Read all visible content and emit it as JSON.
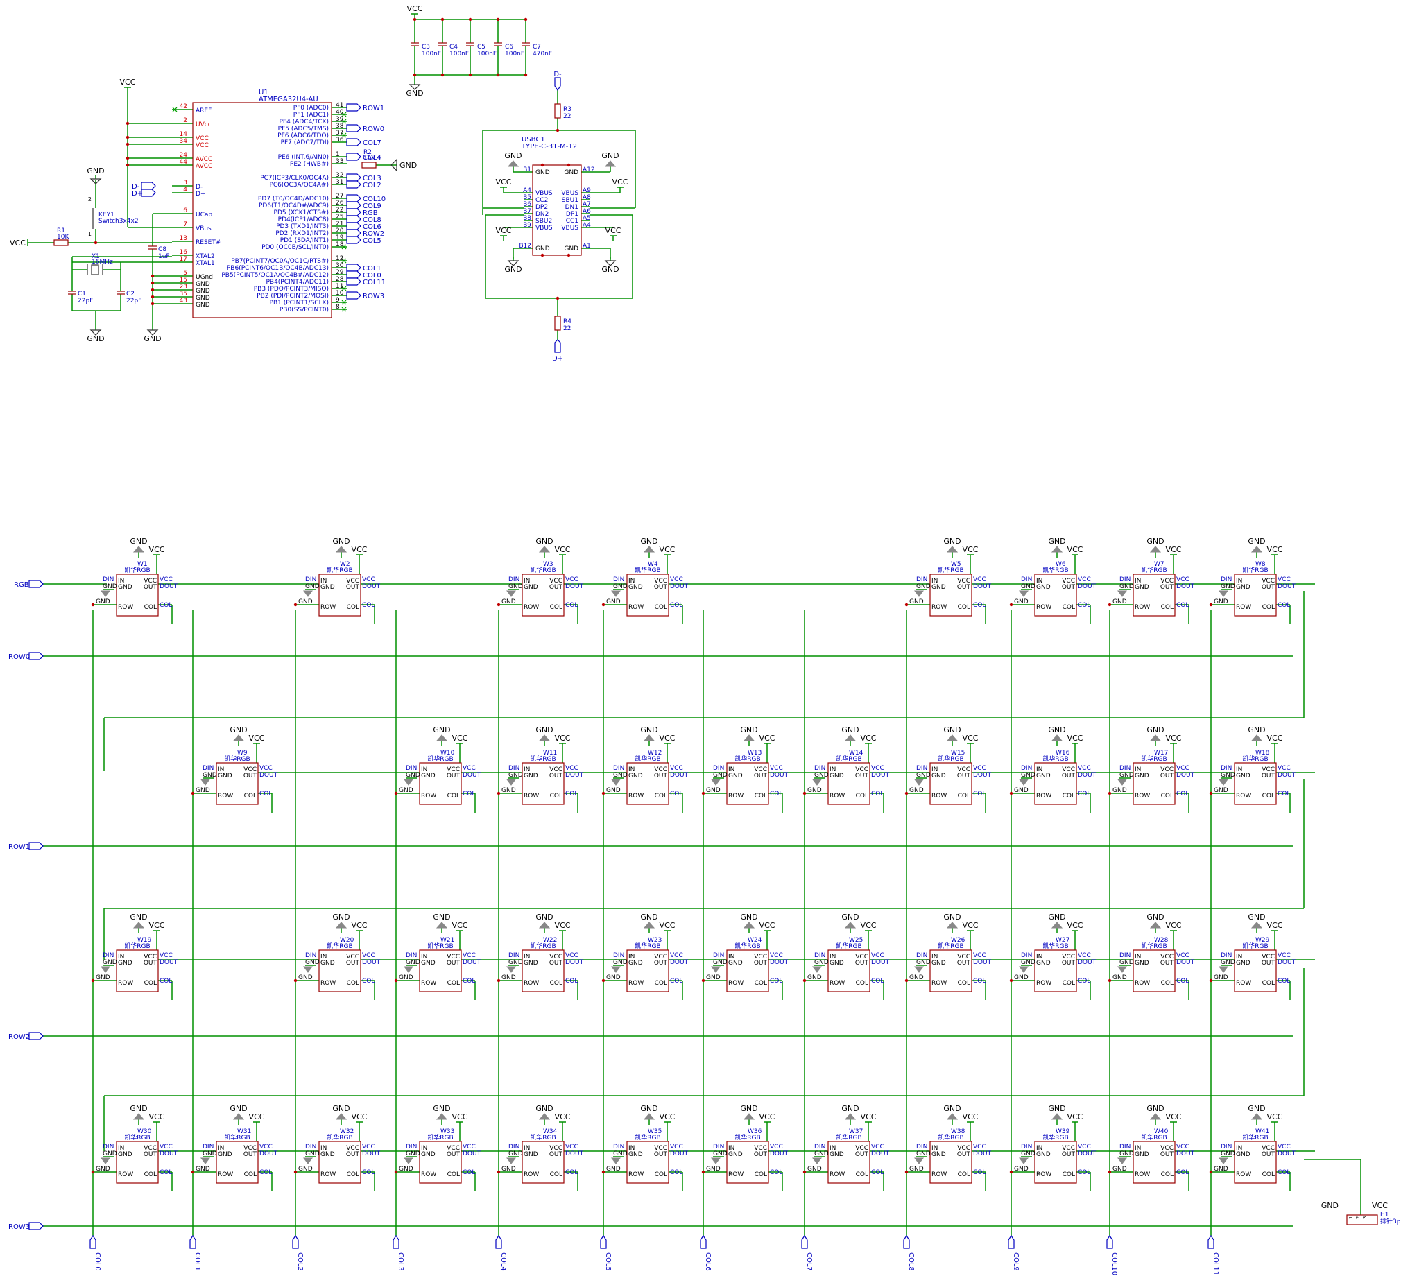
{
  "power": {
    "vcc": "VCC",
    "gnd": "GND"
  },
  "mcu": {
    "ref": "U1",
    "part": "ATMEGA32U4-AU",
    "left_pins": [
      {
        "num": "42",
        "name": "AREF",
        "nc": true
      },
      {
        "num": "2",
        "name": "UVcc",
        "power": true
      },
      {
        "num": "14",
        "name": "VCC",
        "power": true
      },
      {
        "num": "34",
        "name": "VCC",
        "power": true
      },
      {
        "num": "24",
        "name": "AVCC",
        "power": true
      },
      {
        "num": "44",
        "name": "AVCC",
        "power": true
      },
      {
        "num": "3",
        "name": "D-",
        "net": "D-"
      },
      {
        "num": "4",
        "name": "D+",
        "net": "D+"
      },
      {
        "num": "6",
        "name": "UCap"
      },
      {
        "num": "7",
        "name": "VBus"
      },
      {
        "num": "13",
        "name": "RESET#"
      },
      {
        "num": "16",
        "name": "XTAL2"
      },
      {
        "num": "17",
        "name": "XTAL1"
      },
      {
        "num": "5",
        "name": "UGnd"
      },
      {
        "num": "15",
        "name": "GND"
      },
      {
        "num": "23",
        "name": "GND"
      },
      {
        "num": "35",
        "name": "GND"
      },
      {
        "num": "43",
        "name": "GND"
      }
    ],
    "right_pins": [
      {
        "num": "41",
        "name": "PF0 (ADC0)",
        "net": "ROW1"
      },
      {
        "num": "40",
        "name": "PF1 (ADC1)",
        "nc": true
      },
      {
        "num": "39",
        "name": "PF4 (ADC4/TCK)",
        "nc": true
      },
      {
        "num": "38",
        "name": "PF5 (ADC5/TMS)",
        "net": "ROW0"
      },
      {
        "num": "37",
        "name": "PF6 (ADC6/TDO)",
        "nc": true
      },
      {
        "num": "36",
        "name": "PF7 (ADC7/TDI)",
        "net": "COL7"
      },
      {
        "num": "1",
        "name": "PE6 (INT.6/AIN0)",
        "net": "COL4"
      },
      {
        "num": "33",
        "name": "PE2 (HWB#)",
        "net": ""
      },
      {
        "num": "32",
        "name": "PC7(ICP3/CLK0/OC4A)",
        "net": "COL3"
      },
      {
        "num": "31",
        "name": "PC6(OC3A/OC4A#)",
        "net": "COL2"
      },
      {
        "num": "27",
        "name": "PD7 (T0/OC4D/ADC10)",
        "net": "COL10"
      },
      {
        "num": "26",
        "name": "PD6(T1/OC4D#/ADC9)",
        "net": "COL9"
      },
      {
        "num": "22",
        "name": "PD5 (XCK1/CTS#)",
        "net": "RGB"
      },
      {
        "num": "25",
        "name": "PD4(ICP1/ADC8)",
        "net": "COL8"
      },
      {
        "num": "21",
        "name": "PD3 (TXD1/INT3)",
        "net": "COL6"
      },
      {
        "num": "20",
        "name": "PD2 (RXD1/INT2)",
        "net": "ROW2"
      },
      {
        "num": "19",
        "name": "PD1 (SDA/INT1)",
        "net": "COL5"
      },
      {
        "num": "18",
        "name": "PD0 (OC0B/SCL/INT0)",
        "nc": true
      },
      {
        "num": "12",
        "name": "PB7(PCINT7/OC0A/OC1C/RTS#)",
        "nc": true
      },
      {
        "num": "30",
        "name": "PB6(PCINT6/OC1B/OC4B/ADC13)",
        "net": "COL1"
      },
      {
        "num": "29",
        "name": "PB5(PCINT5/OC1A/OC4B#/ADC12)",
        "net": "COL0"
      },
      {
        "num": "28",
        "name": "PB4(PCINT4/ADC11)",
        "net": "COL11"
      },
      {
        "num": "11",
        "name": "PB3 (PDO/PCINT3/MISO)",
        "nc": true
      },
      {
        "num": "10",
        "name": "PB2 (PDI/PCINT2/MOSI)",
        "net": "ROW3"
      },
      {
        "num": "9",
        "name": "PB1 (PCINT1/SCLK)",
        "nc": true
      },
      {
        "num": "8",
        "name": "PB0(SS/PCINT0)",
        "nc": true
      }
    ]
  },
  "parts": {
    "r1": {
      "ref": "R1",
      "value": "10K"
    },
    "r2": {
      "ref": "R2",
      "value": "10K"
    },
    "r3": {
      "ref": "R3",
      "value": "22"
    },
    "r4": {
      "ref": "R4",
      "value": "22"
    },
    "c1": {
      "ref": "C1",
      "value": "22pF"
    },
    "c2": {
      "ref": "C2",
      "value": "22pF"
    },
    "c8": {
      "ref": "C8",
      "value": "1uF"
    },
    "x1": {
      "ref": "X1",
      "value": "16MHz"
    },
    "key1": {
      "ref": "KEY1",
      "value": "Switch3x4x2",
      "pin1": "1",
      "pin2": "2"
    },
    "h1": {
      "ref": "H1",
      "value": "排针3p",
      "pins": [
        "1",
        "2",
        "3"
      ]
    }
  },
  "decoupling": [
    {
      "ref": "C3",
      "value": "100nF"
    },
    {
      "ref": "C4",
      "value": "100nF"
    },
    {
      "ref": "C5",
      "value": "100nF"
    },
    {
      "ref": "C6",
      "value": "100nF"
    },
    {
      "ref": "C7",
      "value": "470nF"
    }
  ],
  "usb": {
    "ref": "USBC1",
    "part": "TYPE-C-31-M-12",
    "net_dm": "D-",
    "net_dp": "D+",
    "left_nums": [
      "B1",
      "A4",
      "B5",
      "B6",
      "B7",
      "B8",
      "B9",
      "B12"
    ],
    "right_nums": [
      "A12",
      "A9",
      "A8",
      "A7",
      "A6",
      "A5",
      "A4",
      "A1"
    ],
    "left_names": [
      "GND",
      "VBUS",
      "CC2",
      "DP2",
      "DN2",
      "SBU2",
      "VBUS",
      "GND"
    ],
    "right_names": [
      "GND",
      "VBUS",
      "SBU1",
      "DN1",
      "DP1",
      "CC1",
      "VBUS",
      "GND"
    ]
  },
  "key_cell": {
    "value": "凯华RGB",
    "pin_din": "DIN",
    "pin_gnd": "GND",
    "pin_in": "IN",
    "pin_vcc": "VCC",
    "pin_out": "OUT",
    "pin_dout": "DOUT",
    "pin_row": "ROW",
    "pin_col": "COL"
  },
  "nets": {
    "rgb": "RGB",
    "rows": [
      "ROW0",
      "ROW1",
      "ROW2",
      "ROW3"
    ],
    "cols": [
      "COL0",
      "COL1",
      "COL2",
      "COL3",
      "COL4",
      "COL5",
      "COL6",
      "COL7",
      "COL8",
      "COL9",
      "COL10",
      "COL11"
    ]
  },
  "matrix": {
    "row0": [
      "W1",
      "W2",
      null,
      "W3",
      "W4",
      null,
      null,
      "W5",
      "W6",
      "W7",
      "W8"
    ],
    "row1": [
      "W9",
      "W10",
      "W11",
      "W12",
      "W13",
      "W14",
      "W15",
      "W16",
      "W17",
      "W18"
    ],
    "row2": [
      "W19",
      null,
      "W20",
      "W21",
      "W22",
      "W23",
      "W24",
      "W25",
      "W26",
      "W27",
      "W28",
      "W29"
    ],
    "row3": [
      "W30",
      "W31",
      "W32",
      "W33",
      "W34",
      "W35",
      "W36",
      "W37",
      "W38",
      "W39",
      "W40",
      "W41"
    ]
  }
}
